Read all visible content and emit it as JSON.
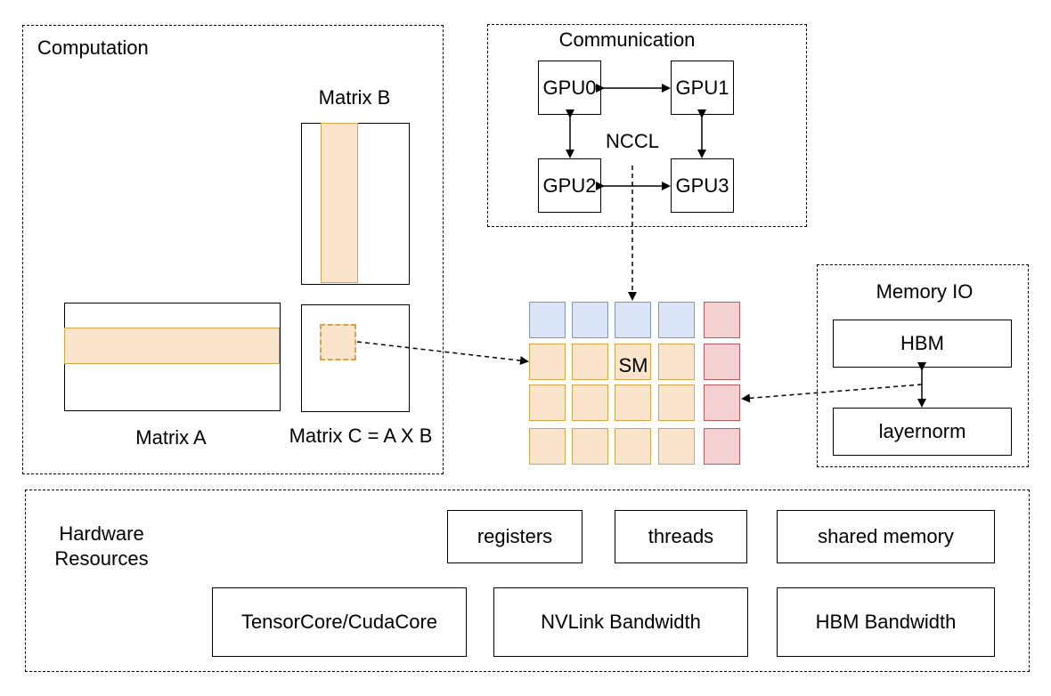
{
  "computation": {
    "title": "Computation",
    "matrix_a_label": "Matrix A",
    "matrix_b_label": "Matrix B",
    "matrix_c_label": "Matrix C = A X B"
  },
  "communication": {
    "title": "Communication",
    "gpus": [
      "GPU0",
      "GPU1",
      "GPU2",
      "GPU3"
    ],
    "nccl_label": "NCCL"
  },
  "sm": {
    "label": "SM",
    "tile_colors": {
      "blue": "#dae6f8",
      "orange": "#fbe4cc",
      "red": "#f3d1d3"
    }
  },
  "memory_io": {
    "title": "Memory IO",
    "hbm": "HBM",
    "layernorm": "layernorm"
  },
  "hardware": {
    "title_line1": "Hardware",
    "title_line2": "Resources",
    "items": [
      "registers",
      "threads",
      "shared memory",
      "TensorCore/CudaCore",
      "NVLink Bandwidth",
      "HBM Bandwidth"
    ]
  }
}
